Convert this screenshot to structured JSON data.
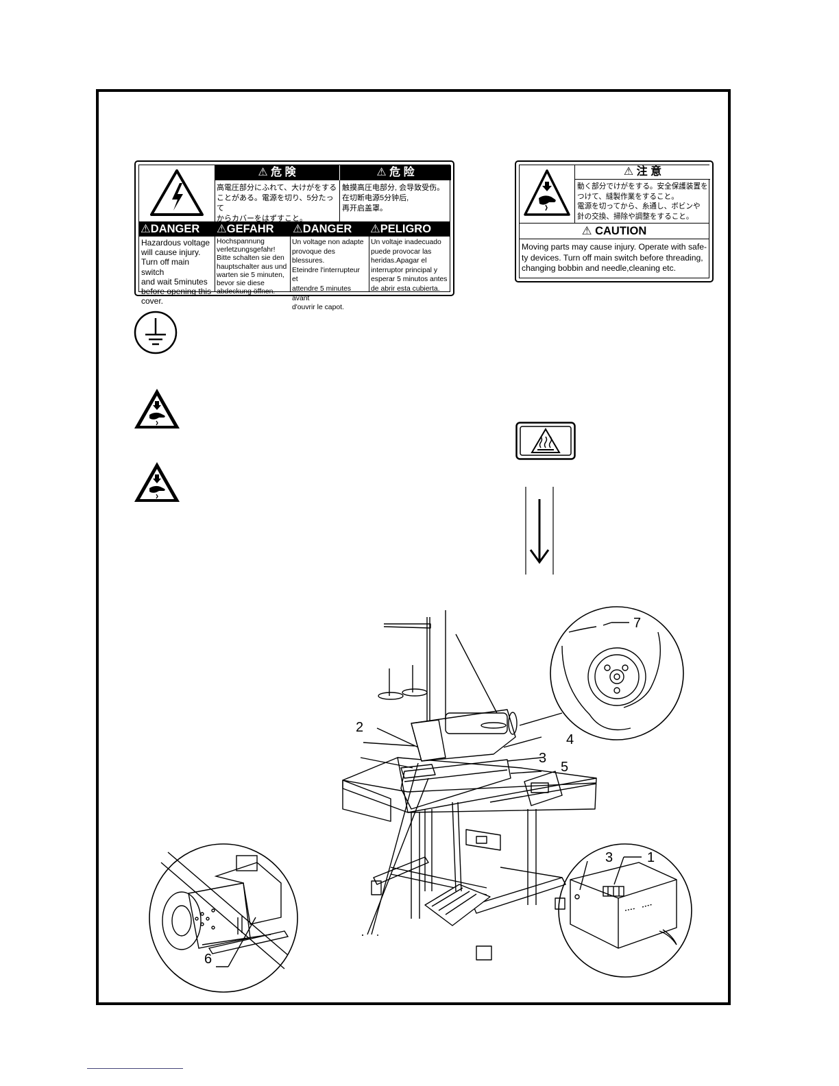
{
  "danger_label": {
    "jp_heading_1": "⚠ 危 険",
    "jp_heading_2": "⚠ 危 险",
    "jp_text_1": [
      "高電圧部分にふれて、大けがをする",
      "ことがある。電源を切り、5分たって",
      "からカバーをはずすこと。"
    ],
    "jp_text_2": [
      "触摸高圧电部分, 会导致受伤。",
      "在切断电源5分钟后,",
      "再开启盖罩。"
    ],
    "headings": [
      "⚠DANGER",
      "⚠GEFAHR",
      "⚠DANGER",
      "⚠PELIGRO"
    ],
    "en_text": [
      "Hazardous voltage",
      "will cause injury.",
      "Turn off main switch",
      "and wait 5minutes",
      "before opening this",
      "cover."
    ],
    "de_text": [
      "Hochspannung",
      "verletzungsgefahr!",
      "Bitte schalten sie den",
      "hauptschalter aus und",
      "warten sie 5 minuten,",
      "bevor sie diese",
      "abdeckung öffnen."
    ],
    "fr_text": [
      "Un voltage non adapte",
      "provoque des blessures.",
      "Eteindre l'interrupteur et",
      "attendre 5 minutes avant",
      "d'ouvrir le capot."
    ],
    "es_text": [
      "Un voltaje inadecuado",
      "puede provocar las",
      "heridas.Apagar el",
      "interruptor principal y",
      "esperar 5 minutos antes",
      "de abrir esta cubierta."
    ]
  },
  "caution_label": {
    "jp_heading": "⚠ 注 意",
    "jp_text": [
      "動く部分でけがをする。安全保護装置を",
      "つけて、縫製作業をすること。",
      "電源を切ってから、糸通し、ボビンや",
      "針の交換、掃除や調整をすること。"
    ],
    "heading": "⚠ CAUTION",
    "text": [
      "Moving parts may cause injury. Operate with safe-",
      "ty devices. Turn off main switch before threading,",
      "changing bobbin and needle,cleaning etc."
    ]
  },
  "callouts": {
    "c2": "2",
    "c3": "3",
    "c4": "4",
    "c5": "5",
    "c7": "7",
    "c6": "6",
    "c3b": "3",
    "c1": "1"
  },
  "icons": [
    "electric-shock-icon",
    "ground-symbol-icon",
    "hand-crush-icon",
    "hot-surface-icon",
    "down-arrow-icon"
  ]
}
